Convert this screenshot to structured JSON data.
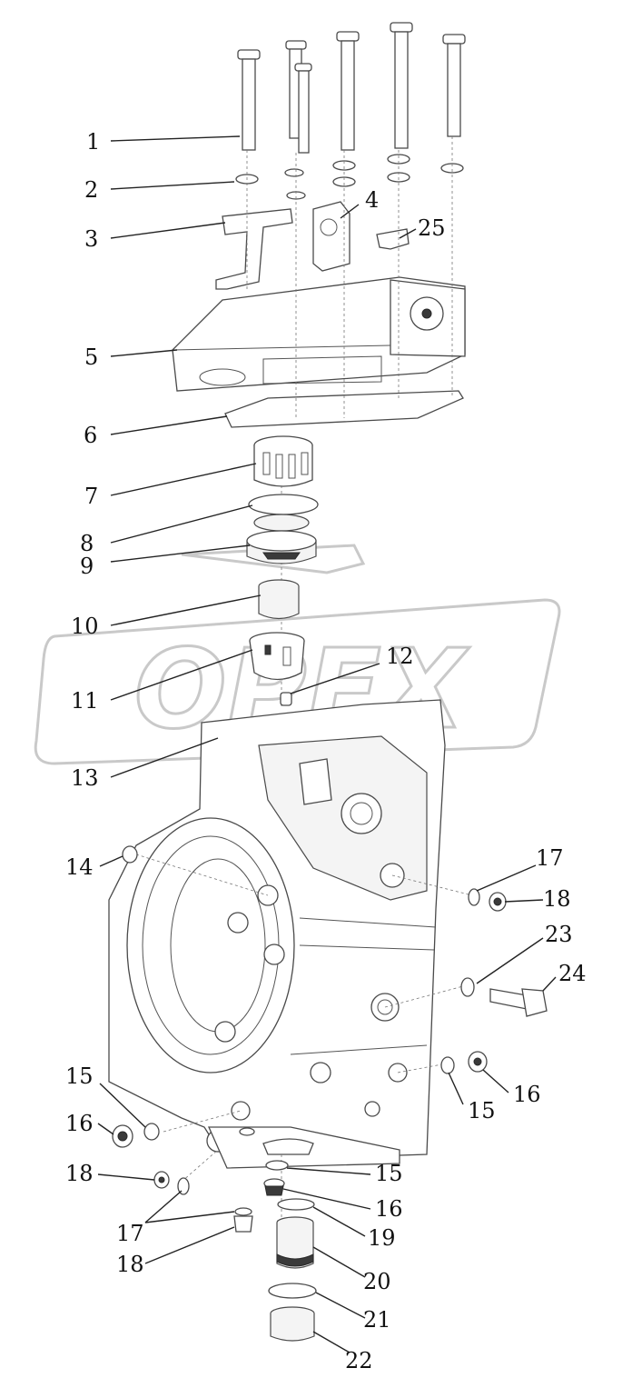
{
  "diagram": {
    "callouts": [
      {
        "id": "c1",
        "label": "1"
      },
      {
        "id": "c2",
        "label": "2"
      },
      {
        "id": "c3",
        "label": "3"
      },
      {
        "id": "c4",
        "label": "4"
      },
      {
        "id": "c25",
        "label": "25"
      },
      {
        "id": "c5",
        "label": "5"
      },
      {
        "id": "c6",
        "label": "6"
      },
      {
        "id": "c7",
        "label": "7"
      },
      {
        "id": "c8",
        "label": "8"
      },
      {
        "id": "c9",
        "label": "9"
      },
      {
        "id": "c10",
        "label": "10"
      },
      {
        "id": "c11",
        "label": "11"
      },
      {
        "id": "c12",
        "label": "12"
      },
      {
        "id": "c13",
        "label": "13"
      },
      {
        "id": "c14",
        "label": "14"
      },
      {
        "id": "c17a",
        "label": "17"
      },
      {
        "id": "c18a",
        "label": "18"
      },
      {
        "id": "c23",
        "label": "23"
      },
      {
        "id": "c24",
        "label": "24"
      },
      {
        "id": "c15a",
        "label": "15"
      },
      {
        "id": "c16a",
        "label": "16"
      },
      {
        "id": "c15b",
        "label": "15"
      },
      {
        "id": "c16b",
        "label": "16"
      },
      {
        "id": "c18b",
        "label": "18"
      },
      {
        "id": "c15c",
        "label": "15"
      },
      {
        "id": "c16c",
        "label": "16"
      },
      {
        "id": "c17b",
        "label": "17"
      },
      {
        "id": "c19",
        "label": "19"
      },
      {
        "id": "c18c",
        "label": "18"
      },
      {
        "id": "c20",
        "label": "20"
      },
      {
        "id": "c21",
        "label": "21"
      },
      {
        "id": "c22",
        "label": "22"
      }
    ],
    "watermark": "OPEX"
  }
}
